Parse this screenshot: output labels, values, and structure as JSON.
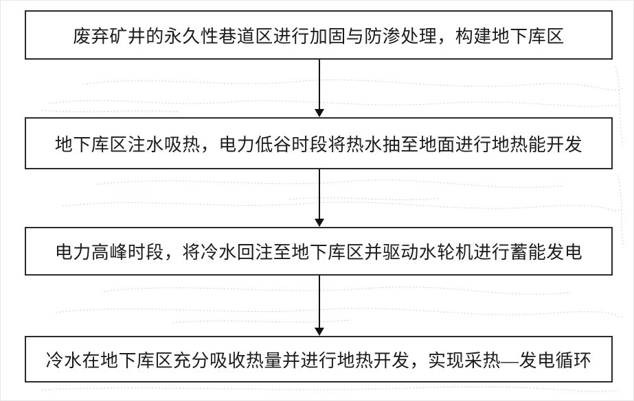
{
  "flowchart": {
    "steps": [
      {
        "label": "废弃矿井的永久性巷道区进行加固与防渗处理，构建地下库区"
      },
      {
        "label": "地下库区注水吸热，电力低谷时段将热水抽至地面进行地热能开发"
      },
      {
        "label": "电力高峰时段，将冷水回注至地下库区并驱动水轮机进行蓄能发电"
      },
      {
        "label": "冷水在地下库区充分吸收热量并进行地热开发，实现采热—发电循环"
      }
    ]
  },
  "colors": {
    "box_border": "#2a2a2a",
    "text": "#1c1c1c",
    "arrow": "#111111",
    "noise": "#c6c6c6",
    "page_bg": "#ffffff"
  }
}
